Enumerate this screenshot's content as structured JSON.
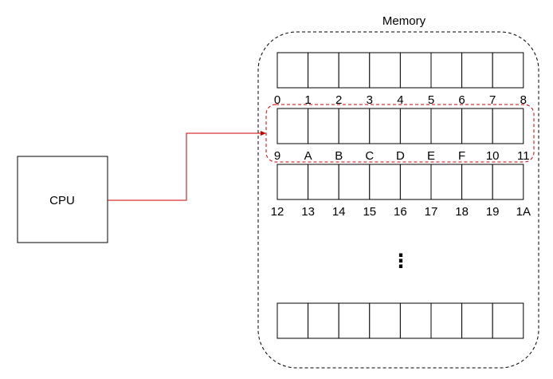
{
  "memory": {
    "title": "Memory",
    "rows": [
      {
        "labels": [
          "0",
          "1",
          "2",
          "3",
          "4",
          "5",
          "6",
          "7",
          "8"
        ]
      },
      {
        "labels": [
          "9",
          "A",
          "B",
          "C",
          "D",
          "E",
          "F",
          "10",
          "11"
        ],
        "highlighted": true
      },
      {
        "labels": [
          "12",
          "13",
          "14",
          "15",
          "16",
          "17",
          "18",
          "19",
          "1A"
        ]
      },
      {
        "labels": []
      }
    ],
    "ellipsis": "⋮"
  },
  "cpu": {
    "label": "CPU"
  },
  "colors": {
    "arrow": "#cc0000",
    "highlight": "#cc0000",
    "stroke": "#000000"
  }
}
